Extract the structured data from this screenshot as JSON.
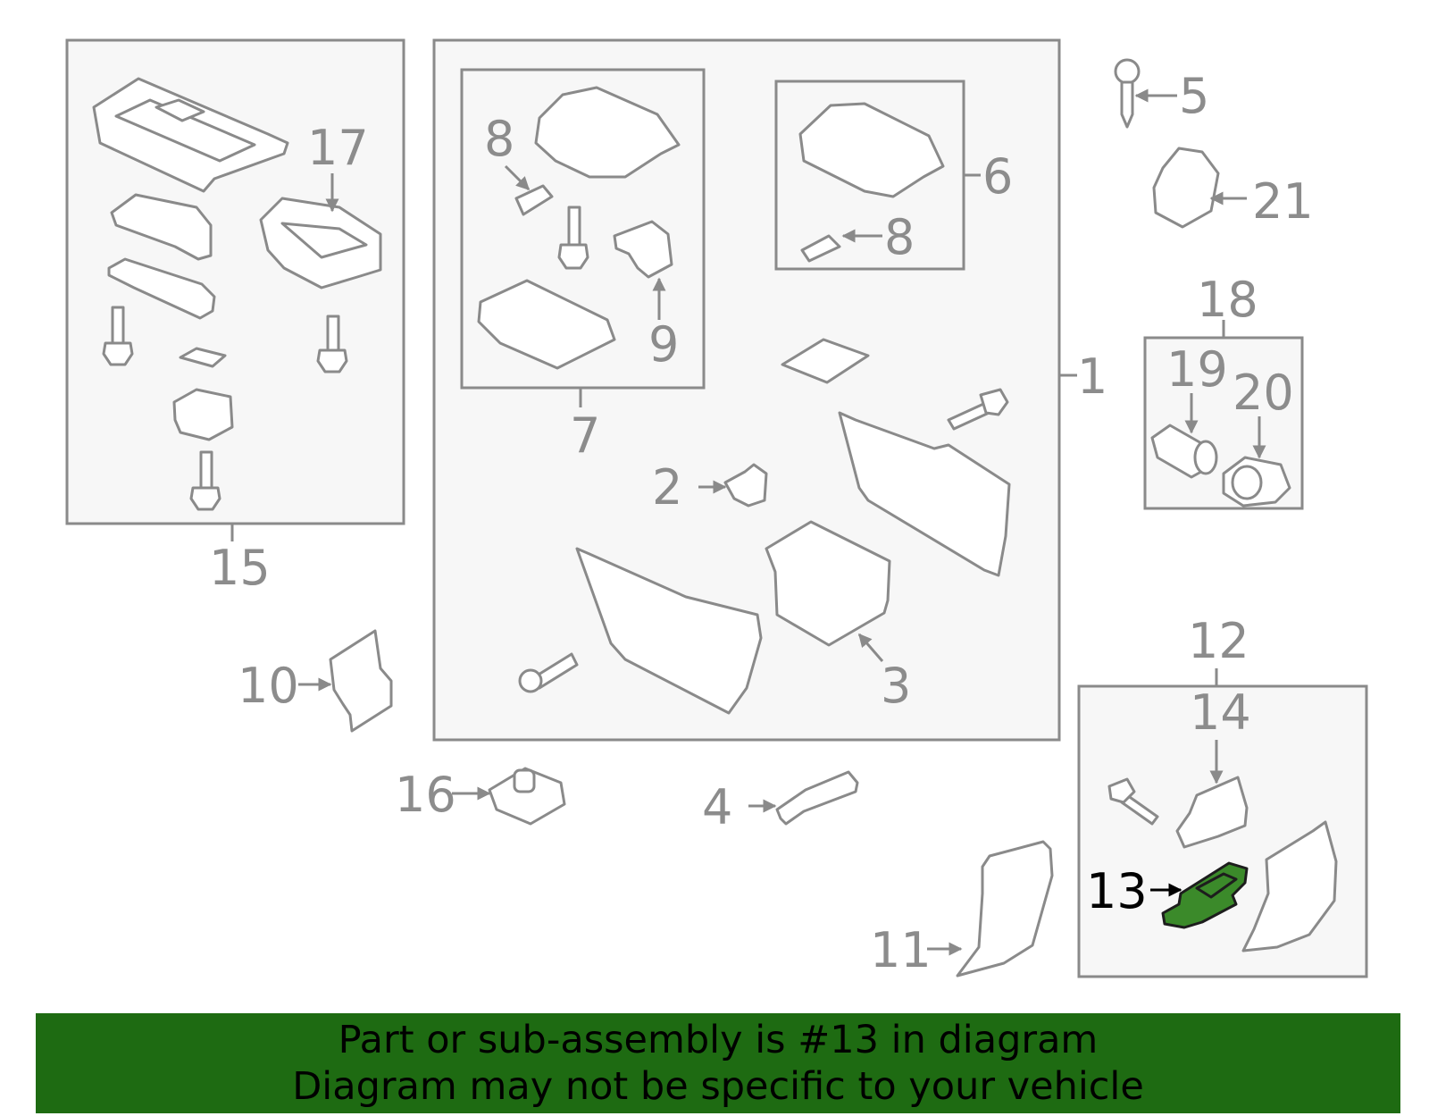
{
  "callouts": {
    "c1": "1",
    "c2": "2",
    "c3": "3",
    "c4": "4",
    "c5": "5",
    "c6": "6",
    "c7": "7",
    "c8a": "8",
    "c8b": "8",
    "c9": "9",
    "c10": "10",
    "c11": "11",
    "c12": "12",
    "c13": "13",
    "c14": "14",
    "c15": "15",
    "c16": "16",
    "c17": "17",
    "c18": "18",
    "c19": "19",
    "c20": "20",
    "c21": "21"
  },
  "highlighted_part": "13",
  "colors": {
    "highlight": "#3b8a2a",
    "banner": "#1e6b12",
    "line": "#8a8a8a"
  },
  "banner": {
    "line1": "Part or sub-assembly is #13 in diagram",
    "line2": "Diagram may not be specific to your vehicle"
  }
}
